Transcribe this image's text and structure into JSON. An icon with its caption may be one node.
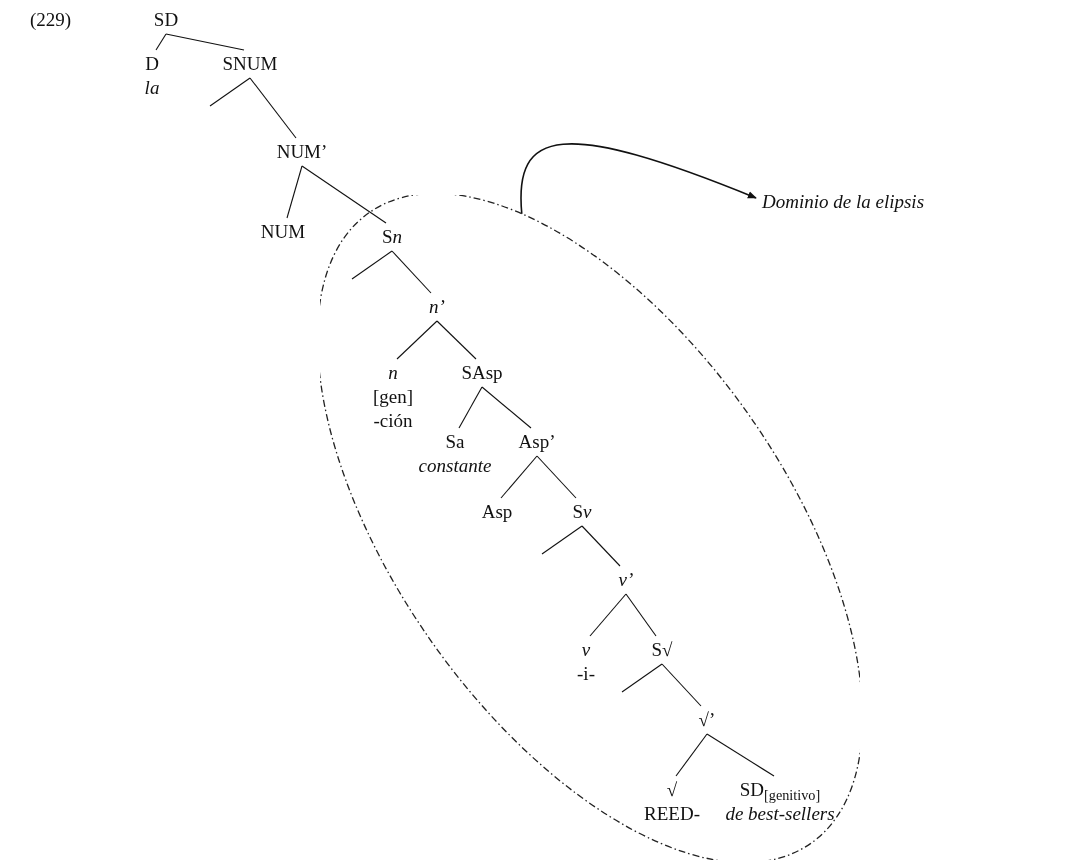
{
  "diagram": {
    "nodes": [
      {
        "text": [
          "SD"
        ]
      },
      {
        "text": [
          "D",
          "la"
        ]
      },
      {
        "text": [
          "SNUM"
        ]
      },
      {
        "text": [
          "NUM’"
        ]
      },
      {
        "text": [
          "NUM"
        ]
      },
      {
        "text": [],
        "shape": "ellipse"
      },
      {
        "text": [
          "Sn"
        ],
        "in": 5
      },
      {
        "text": [
          "n’"
        ],
        "in": 5
      },
      {
        "text": [
          "n",
          "[gen]",
          "-ción"
        ],
        "in": 5
      },
      {
        "text": [
          "SAsp"
        ],
        "in": 5
      },
      {
        "text": [
          "Sa",
          "constante"
        ],
        "in": 5
      },
      {
        "text": [
          "Asp’"
        ],
        "in": 5
      },
      {
        "text": [
          "Asp"
        ],
        "in": 5
      },
      {
        "text": [
          "Sv"
        ],
        "in": 5
      },
      {
        "text": [
          "v’"
        ],
        "in": 5
      },
      {
        "text": [
          "v",
          "-i-"
        ],
        "in": 5
      },
      {
        "text": [
          "S√"
        ],
        "in": 5
      },
      {
        "text": [
          "√’"
        ],
        "in": 5
      },
      {
        "text": [
          "√",
          "REED-"
        ],
        "in": 5
      },
      {
        "text": [
          "SD$_{[genitivo]}$",
          "de best-sellers"
        ],
        "in": 5
      },
      {
        "text": [
          "Dominio de la elipsis"
        ]
      }
    ],
    "edges": [
      {
        "from": 0,
        "to": 1,
        "arrow": "none"
      },
      {
        "from": 0,
        "to": 2,
        "arrow": "none"
      },
      {
        "from": 2,
        "to": null,
        "arrow": "none"
      },
      {
        "from": 2,
        "to": 3,
        "arrow": "none"
      },
      {
        "from": 3,
        "to": 4,
        "arrow": "none"
      },
      {
        "from": 3,
        "to": 6,
        "arrow": "none"
      },
      {
        "from": 6,
        "to": null,
        "arrow": "none"
      },
      {
        "from": 6,
        "to": 7,
        "arrow": "none"
      },
      {
        "from": 7,
        "to": 8,
        "arrow": "none"
      },
      {
        "from": 7,
        "to": 9,
        "arrow": "none"
      },
      {
        "from": 9,
        "to": 10,
        "arrow": "none"
      },
      {
        "from": 9,
        "to": 11,
        "arrow": "none"
      },
      {
        "from": 11,
        "to": 12,
        "arrow": "none"
      },
      {
        "from": 11,
        "to": 13,
        "arrow": "none"
      },
      {
        "from": 13,
        "to": null,
        "arrow": "none"
      },
      {
        "from": 13,
        "to": 14,
        "arrow": "none"
      },
      {
        "from": 14,
        "to": 15,
        "arrow": "none"
      },
      {
        "from": 14,
        "to": 16,
        "arrow": "none"
      },
      {
        "from": 16,
        "to": null,
        "arrow": "none"
      },
      {
        "from": 16,
        "to": 17,
        "arrow": "none"
      },
      {
        "from": 17,
        "to": 18,
        "arrow": "none"
      },
      {
        "from": 17,
        "to": 19,
        "arrow": "none"
      },
      {
        "from": 5,
        "to": 20,
        "arrow": "to"
      }
    ],
    "labels": [
      "(229)"
    ]
  }
}
